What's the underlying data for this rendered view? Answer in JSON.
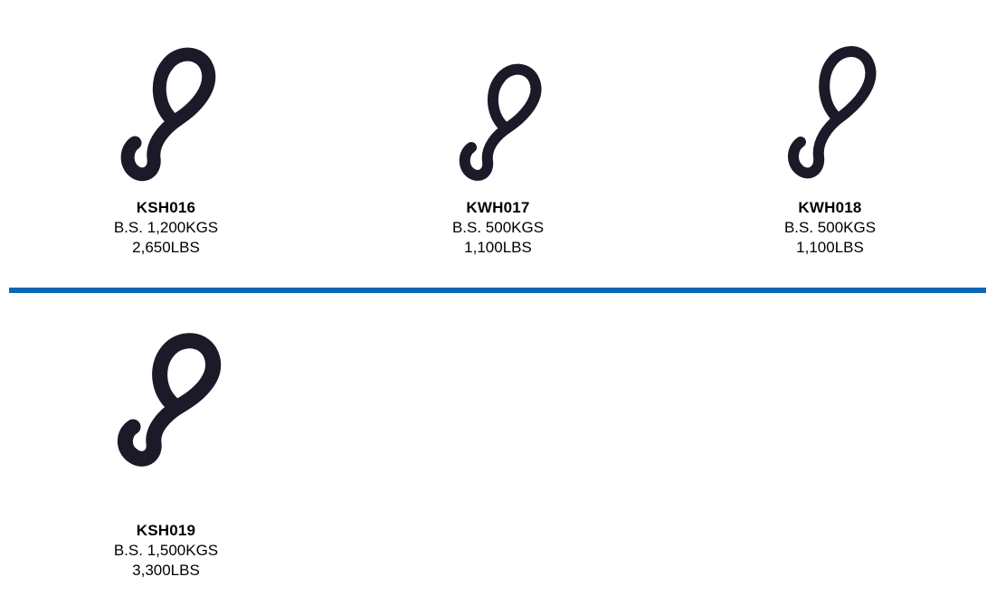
{
  "page": {
    "background_color": "#ffffff",
    "text_color": "#000000",
    "divider_color": "#0b66b5",
    "hook_color": "#1a1a28"
  },
  "rows": [
    {
      "items": [
        {
          "code": "KSH016",
          "bs_kgs": "B.S. 1,200KGS",
          "bs_lbs": "2,650LBS",
          "icon": "s-hook-icon"
        },
        {
          "code": "KWH017",
          "bs_kgs": "B.S. 500KGS",
          "bs_lbs": "1,100LBS",
          "icon": "s-hook-icon"
        },
        {
          "code": "KWH018",
          "bs_kgs": "B.S. 500KGS",
          "bs_lbs": "1,100LBS",
          "icon": "s-hook-icon"
        }
      ]
    },
    {
      "items": [
        {
          "code": "KSH019",
          "bs_kgs": "B.S. 1,500KGS",
          "bs_lbs": "3,300LBS",
          "icon": "s-hook-icon"
        }
      ]
    }
  ]
}
